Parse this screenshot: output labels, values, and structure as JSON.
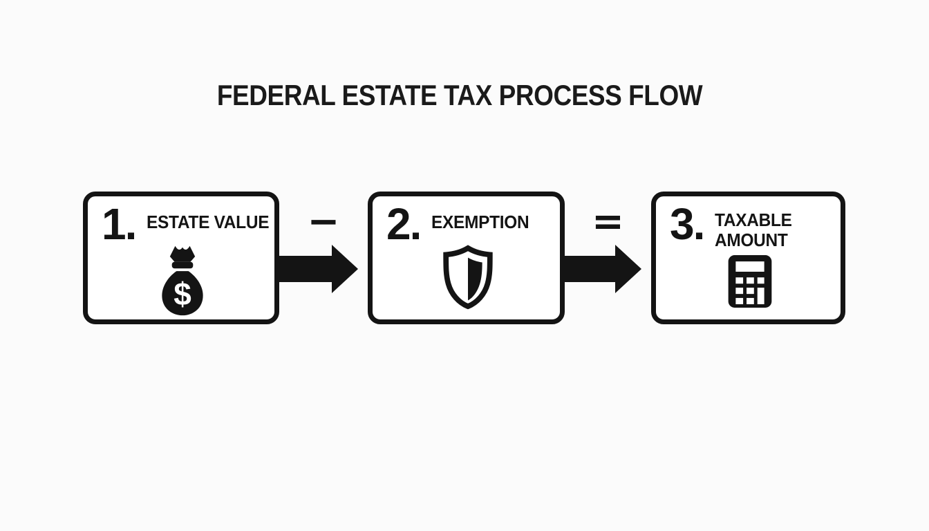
{
  "title": "FEDERAL ESTATE TAX PROCESS FLOW",
  "steps": [
    {
      "number": "1.",
      "label": "ESTATE VALUE",
      "icon": "money-bag-icon",
      "icon_symbol": "$"
    },
    {
      "number": "2.",
      "label": "EXEMPTION",
      "icon": "shield-icon"
    },
    {
      "number": "3.",
      "label": "TAXABLE AMOUNT",
      "icon": "calculator-icon"
    }
  ],
  "operators": [
    {
      "symbol": "−",
      "meaning": "minus"
    },
    {
      "symbol": "=",
      "meaning": "equals"
    }
  ],
  "colors": {
    "ink": "#141414",
    "box_fill": "#ffffff",
    "background": "#fbfbfb"
  }
}
